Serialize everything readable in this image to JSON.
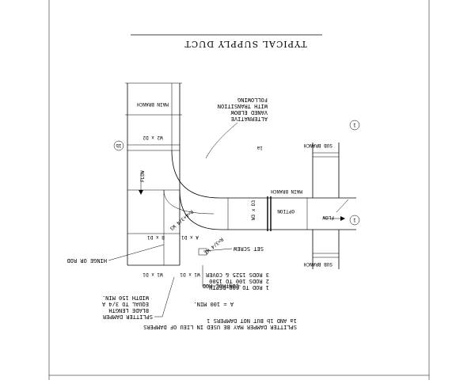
{
  "drawing": {
    "title": "TYPICAL SUPPLY DUCT",
    "labels": {
      "main_branch_top": "MAIN BRANCH",
      "main_branch_right": "MAIN BRANCH",
      "sub_branch_top": "SUB BRANCH",
      "sub_branch_bottom": "SUB BRANCH",
      "w2_d2": "W2 x D2",
      "w3_d3": "W3 x D3",
      "w1_d1": "W1 x D1",
      "a_d1": "A x D1",
      "b_d1": "B x D1",
      "flow_left": "FLOW",
      "flow_right": "FLOW",
      "option": "OPTION",
      "r_elbow": "R=A+3/4 W3",
      "r_small": "R=3/4 W1",
      "callout_1a": "1a",
      "callout_1b": "1b",
      "callout_1": "1",
      "callout_1_bottom": "1"
    },
    "notes": {
      "alternative_elbow": [
        "ALTERNATIVE",
        "VANED ELBOW",
        "WITH TRANSITION",
        "FOLLOWING"
      ],
      "hinge_or_rod": "HINGE OR ROD",
      "set_screw": "SET SCREW",
      "control_rod": "CONTROL ROD",
      "splitter_damper": [
        "SPLITTER DAMPER",
        "BLADE LENGTH",
        "EQUAL TO 3/4 A",
        "WIDTH 150 MIN."
      ],
      "rods": [
        "1 ROD TO 600 DEPTH",
        "2 RODS 100 TO 1500",
        "3 RODS 1525 & COVER"
      ],
      "a_min": "A = 100 MIN.",
      "footer": [
        "SPLITTER DAMPER MAY BE USED IN LIEU OF DAMPERS",
        "1a AND 1b BUT NOT DAMPERS 1"
      ]
    }
  }
}
